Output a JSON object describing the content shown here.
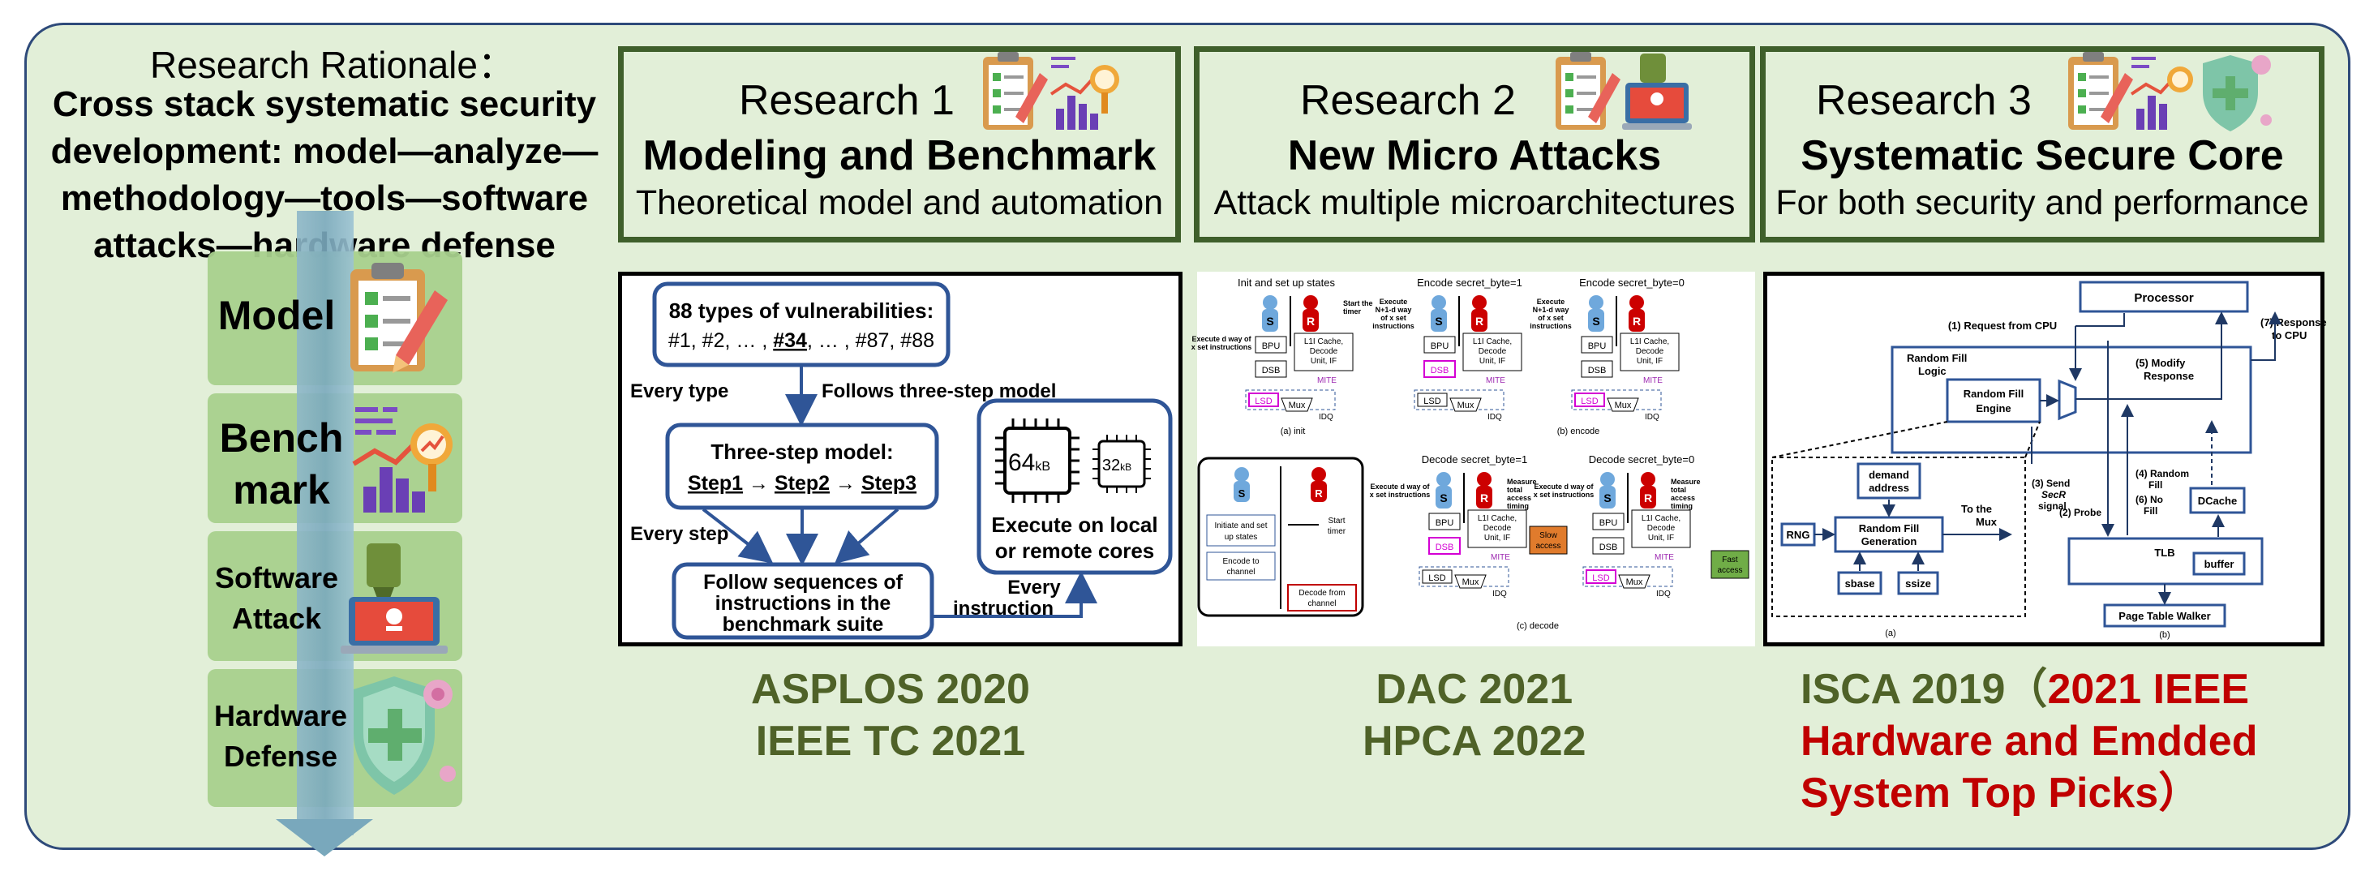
{
  "rationale": {
    "heading": "Research Rationale：",
    "lines": [
      "Cross stack systematic security",
      "development: model—analyze—",
      "methodology—tools—software",
      "attacks—hardware defense"
    ]
  },
  "stack": {
    "model": "Model",
    "bench_1": "Bench",
    "bench_2": "mark",
    "software_1": "Software",
    "software_2": "Attack",
    "hardware_1": "Hardware",
    "hardware_2": "Defense"
  },
  "research": [
    {
      "num": "Research 1",
      "title": "Modeling and Benchmark",
      "subtitle": "Theoretical model and automation",
      "venues": [
        "ASPLOS 2020",
        "IEEE TC 2021"
      ]
    },
    {
      "num": "Research 2",
      "title": "New Micro Attacks",
      "subtitle": "Attack multiple microarchitectures",
      "venues": [
        "DAC 2021",
        "HPCA 2022"
      ]
    },
    {
      "num": "Research 3",
      "title": "Systematic Secure Core",
      "subtitle": "For both security and performance",
      "venues": [
        "ISCA 2019（",
        "2021 IEEE",
        "Hardware and Emdded",
        "System Top Picks",
        "）"
      ]
    }
  ],
  "d1": {
    "vuln_title": "88 types of vulnerabilities:",
    "vuln_list_a": "#1, #2, … , ",
    "vuln_list_b": "#34",
    "vuln_list_c": ", … , #87, #88",
    "every_type": "Every type",
    "follows": "Follows three-step model",
    "three_step": "Three-step model:",
    "step1": "Step1",
    "step2": "Step2",
    "step3": "Step3",
    "arrow": "→",
    "every_step": "Every step",
    "follow_seq_1": "Follow sequences of",
    "follow_seq_2": "instructions in the",
    "follow_seq_3": "benchmark suite",
    "every_instr_1": "Every",
    "every_instr_2": "instruction",
    "chip1_main": "64",
    "chip1_unit": "kB",
    "chip2_main": "32",
    "chip2_unit": "kB",
    "exec_1": "Execute on local",
    "exec_2": "or remote cores"
  },
  "d2": {
    "init_title": "Init and set up states",
    "enc1_title": "Encode secret_byte=1",
    "enc0_title": "Encode secret_byte=0",
    "dec1_title": "Decode secret_byte=1",
    "dec0_title": "Decode secret_byte=0",
    "s": "S",
    "r": "R",
    "bpu": "BPU",
    "dsb": "DSB",
    "lsd": "LSD",
    "mux": "Mux",
    "idq": "IDQ",
    "mite": "MITE",
    "l1i_1": "L1I Cache,",
    "l1i_2": "Decode",
    "l1i_3": "Unit, IF",
    "exec_d_1": "Execute d way of",
    "exec_d_2": "x set instructions",
    "start_timer_1": "Start the",
    "start_timer_2": "timer",
    "exec_n_1": "Execute",
    "exec_n_2": "N+1-d way",
    "exec_n_3": "of x set",
    "exec_n_4": "instructions",
    "measure_1": "Measure",
    "measure_2": "total",
    "measure_3": "access",
    "measure_4": "timing",
    "slow_1": "Slow",
    "slow_2": "access",
    "fast_1": "Fast",
    "fast_2": "access",
    "cap_a": "(a) init",
    "cap_b": "(b) encode",
    "cap_c": "(c) decode",
    "legend_init_1": "Initiate and set",
    "legend_init_2": "up states",
    "legend_enc_1": "Encode to",
    "legend_enc_2": "channel",
    "legend_start_1": "Start",
    "legend_start_2": "timer",
    "legend_dec_1": "Decode from",
    "legend_dec_2": "channel"
  },
  "d3": {
    "processor": "Processor",
    "req": "(1) Request from CPU",
    "resp_1": "(7) Response",
    "resp_2": "to CPU",
    "rfl_1": "Random Fill",
    "rfl_2": "Logic",
    "rfe_1": "Random Fill",
    "rfe_2": "Engine",
    "modify_1": "(5) Modify",
    "modify_2": "Response",
    "rand_fill_1": "(4) Random",
    "rand_fill_2": "Fill",
    "no_fill_1": "(6) No",
    "no_fill_2": "Fill",
    "dcache": "DCache",
    "demand_1": "demand",
    "demand_2": "address",
    "rng": "RNG",
    "rfg_1": "Random Fill",
    "rfg_2": "Generation",
    "to_mux_1": "To the",
    "to_mux_2": "Mux",
    "sbase": "sbase",
    "ssize": "ssize",
    "send_1": "(3) Send",
    "send_2": "SecR",
    "send_3": "signal",
    "probe": "(2) Probe",
    "tlb": "TLB",
    "buffer": "buffer",
    "ptw": "Page Table Walker",
    "cap_a": "(a)",
    "cap_b": "(b)"
  },
  "colors": {
    "background": "#e2efd8",
    "frame": "#2e4a7a",
    "header_border": "#3f5f2b",
    "venue_green": "#4f6228",
    "venue_red": "#c00000",
    "diagram_blue": "#2f5597",
    "stack_green": "#a8d08d"
  },
  "icons": [
    "clipboard-checklist-icon",
    "trend-chart-icon",
    "bomb-laptop-icon",
    "shield-cross-icon",
    "virus-icon"
  ]
}
